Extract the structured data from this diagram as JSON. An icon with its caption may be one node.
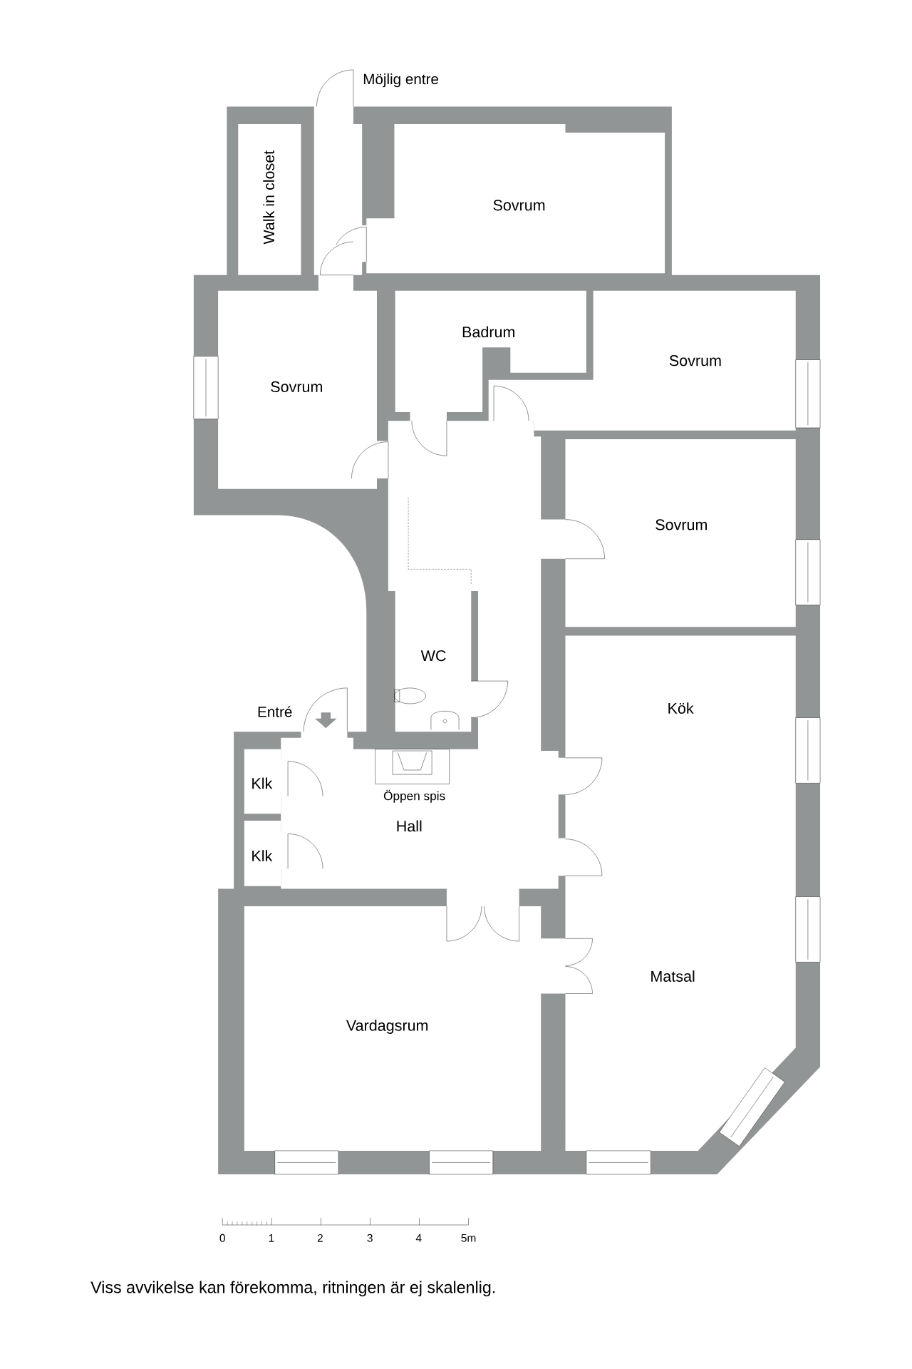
{
  "diagram": {
    "caption": "Viss avvikelse kan förekomma, ritningen är ej skalenlig.",
    "nodes": [
      {
        "text": [
          "Walk in closet"
        ]
      },
      {
        "text": [
          "Sovrum"
        ]
      },
      {
        "text": [
          "Sovrum"
        ]
      },
      {
        "text": [
          "Badrum"
        ]
      },
      {
        "text": [
          "Sovrum"
        ]
      },
      {
        "text": [
          "Sovrum"
        ]
      },
      {
        "text": [
          "WC"
        ]
      },
      {
        "text": [
          "Kök",
          "Matsal"
        ]
      },
      {
        "text": [
          "Klk"
        ]
      },
      {
        "text": [
          "Hall"
        ]
      },
      {
        "text": [
          "Klk"
        ]
      },
      {
        "text": [
          "Vardagsrum"
        ]
      }
    ],
    "labels": [
      "Möjlig entre",
      "Entré",
      "Öppen spis",
      "0",
      "1",
      "2",
      "3",
      "4",
      "5m"
    ]
  }
}
